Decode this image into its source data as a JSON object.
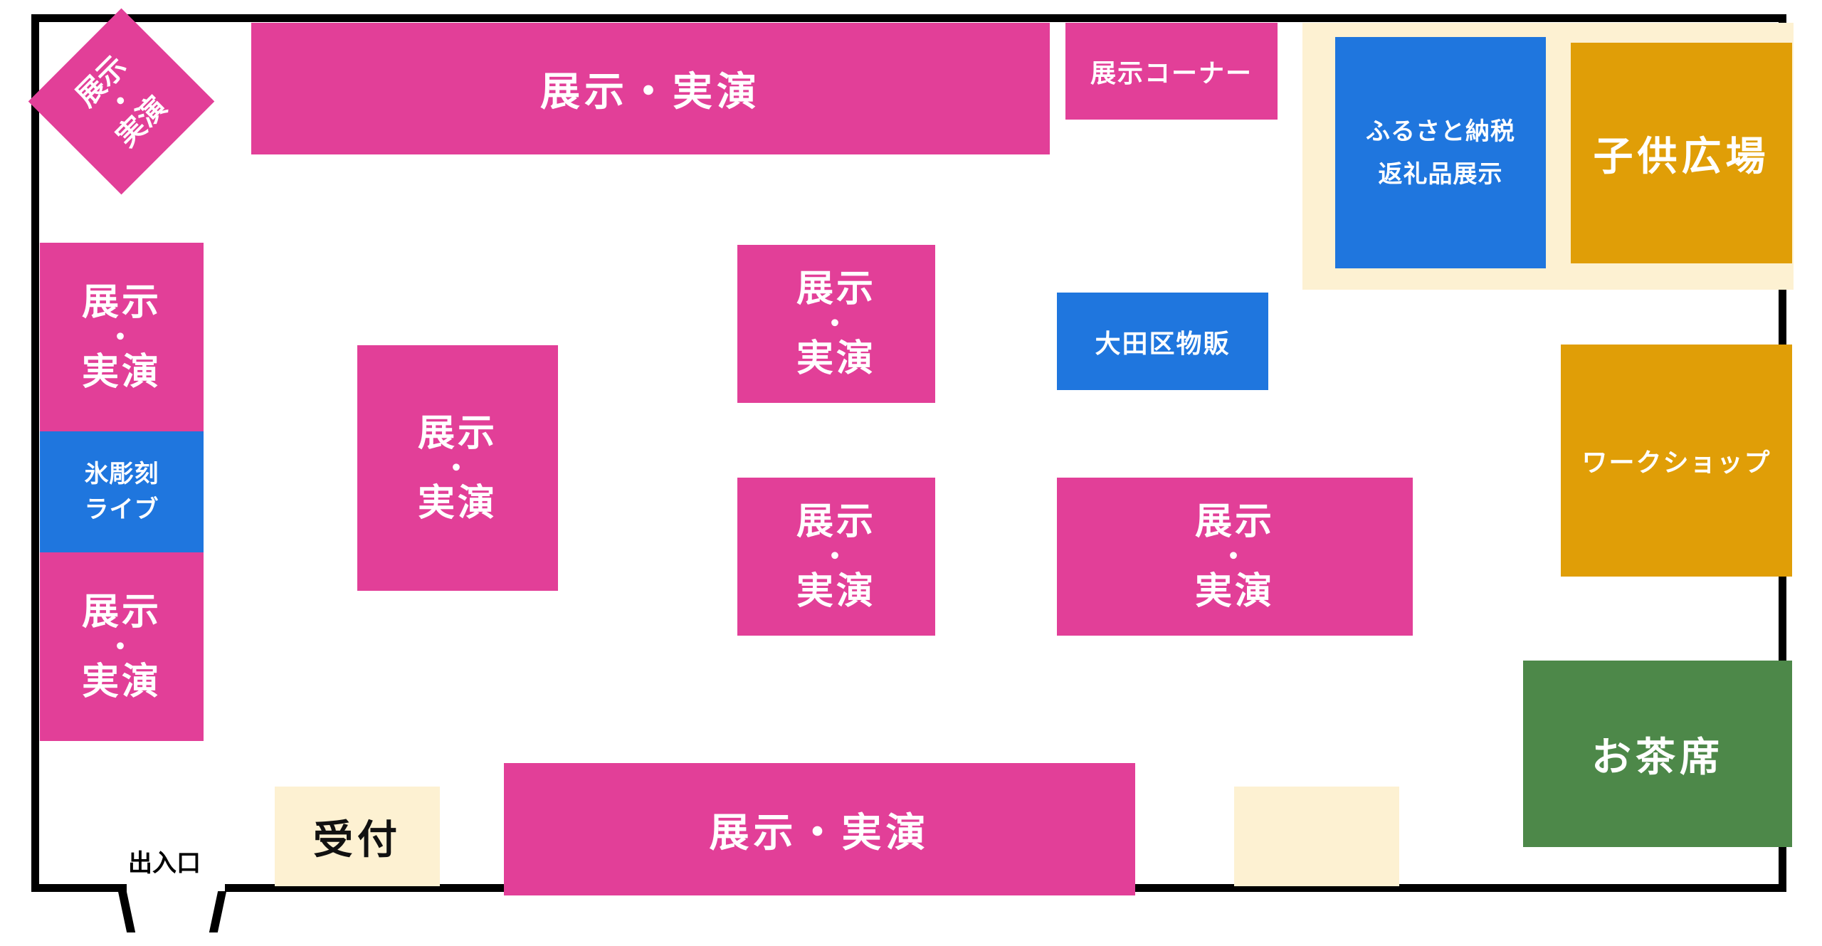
{
  "exhibit": {
    "line1": "展示",
    "line2": "実演",
    "dot": "・",
    "inline": "展示・実演"
  },
  "corner": "展示コーナー",
  "furusato": {
    "line1": "ふるさと納税",
    "line2": "返礼品展示"
  },
  "kids": "子供広場",
  "ota": "大田区物販",
  "ice": {
    "line1": "氷彫刻",
    "line2": "ライブ"
  },
  "workshop": "ワークショップ",
  "tea": "お茶席",
  "reception": "受付",
  "entrance": "出入口",
  "colors": {
    "exhibit": "#e23f98",
    "info": "#1f76de",
    "activity": "#e09e07",
    "tea": "#4d8849",
    "service": "#fdf1d2"
  }
}
